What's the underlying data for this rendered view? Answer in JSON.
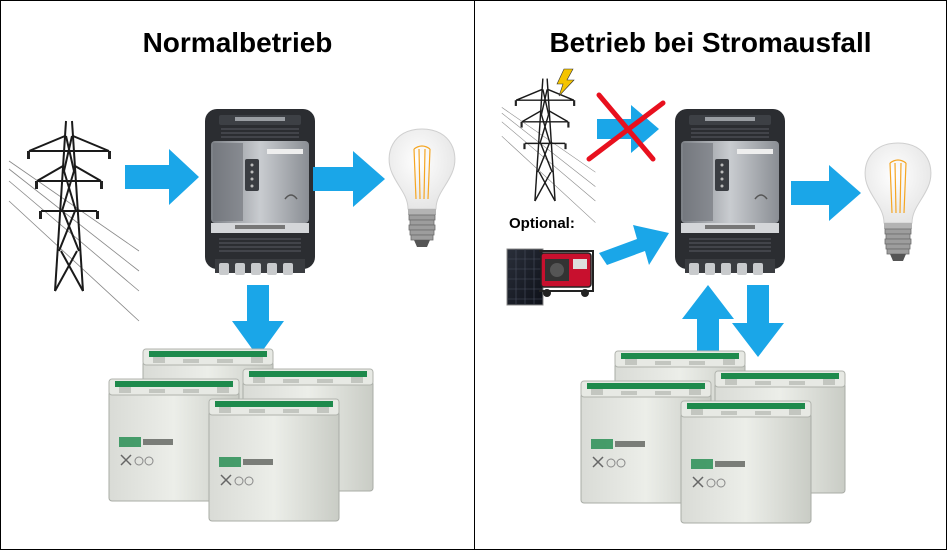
{
  "left_panel": {
    "title": "Normalbetrieb"
  },
  "right_panel": {
    "title": "Betrieb bei Stromausfall",
    "optional_label": "Optional:"
  },
  "colors": {
    "arrow": "#1aa6e8",
    "cross": "#e8101e",
    "battery_stripe": "#1e8a4c",
    "lightning": "#f5c400"
  },
  "icons": [
    "power-pylon-icon",
    "inverter-icon",
    "light-bulb-icon",
    "battery-bank-icon",
    "solar-panel-icon",
    "generator-icon",
    "lightning-icon",
    "cross-icon"
  ]
}
